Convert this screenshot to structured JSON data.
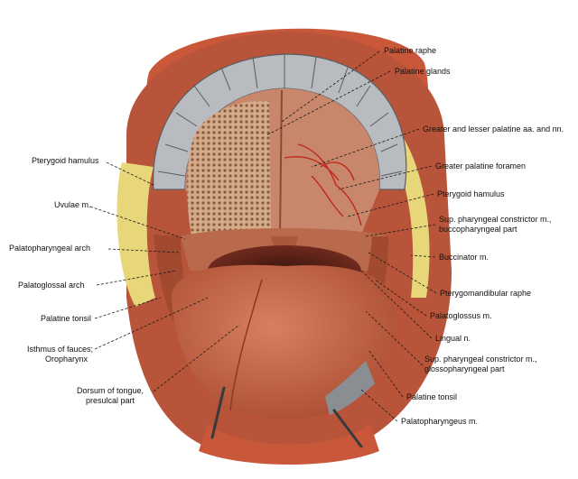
{
  "labels_left": [
    "Pterygoid hamulus",
    "Uvulae m.",
    "Palatopharyngeal arch",
    "Palatoglossal arch",
    "Palatine tonsil",
    "Isthmus of fauces;",
    "Oropharynx",
    "Dorsum of tongue,",
    "presulcal part"
  ],
  "labels_right": [
    "Palatine raphe",
    "Palatine glands",
    "Greater and lesser palatine aa. and nn.",
    "Greater palatine foramen",
    "Pterygoid hamulus",
    "Sup. pharyngeal constrictor m.,",
    "buccopharyngeal part",
    "Buccinator m.",
    "Pterygomandibular raphe",
    "Palatoglossus m.",
    "Lingual n.",
    "Sup. pharyngeal constrictor m.,",
    "glossopharyngeal part",
    "Palatine tonsil",
    "Palatopharyngeus m."
  ],
  "colors": {
    "lip": "#c9573a",
    "mucosa": "#b8543a",
    "tongue": "#c66a45",
    "teeth": "#b8bcc0",
    "glands": "#c9a080",
    "fat": "#e8d67a",
    "vessel": "#c0281a"
  }
}
